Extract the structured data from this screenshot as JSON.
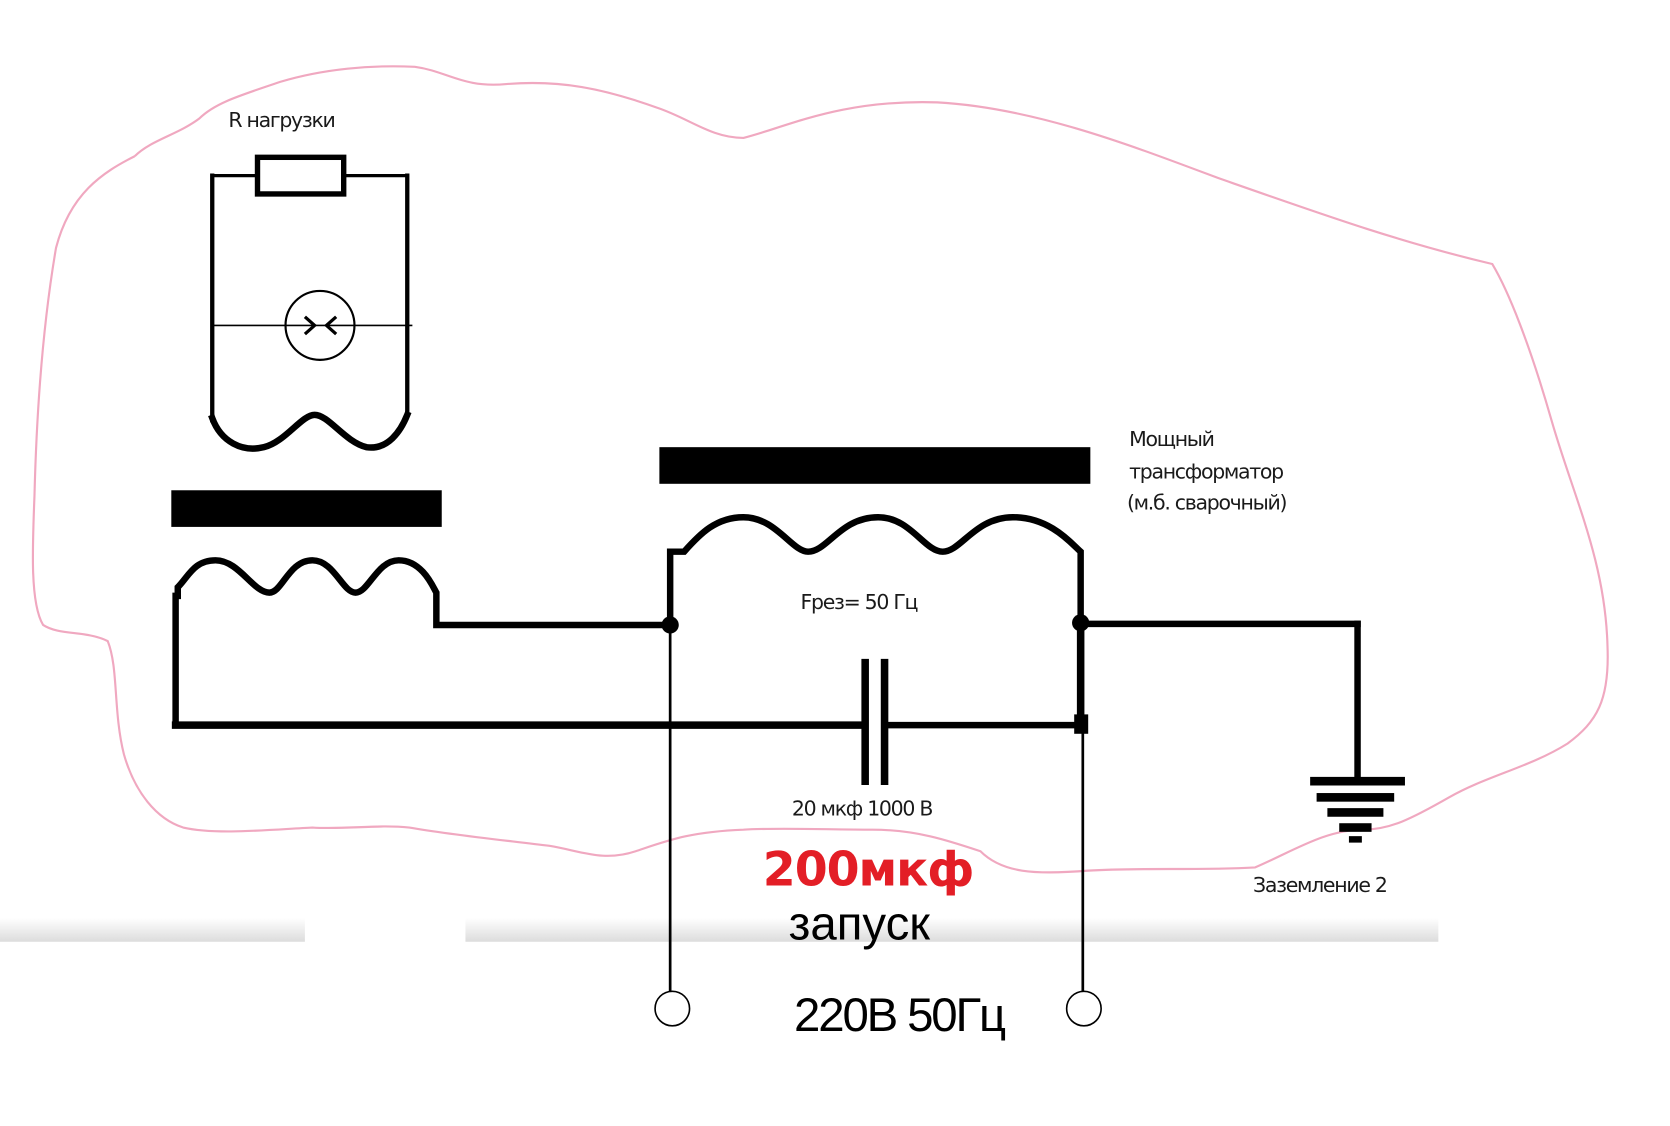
{
  "diagram": {
    "title": "Резонансная схема с мощным трансформатором",
    "labels": {
      "load_resistor": "R нагрузки",
      "power_transformer_line1": "Мощный",
      "power_transformer_line2": "трансформатор",
      "power_transformer_line3": "(м.б. сварочный)",
      "resonance_frequency": "Fрез= 50 Гц",
      "capacitor_rating": "20 мкф 1000 В",
      "start_capacitor": "200мкф",
      "start_label": "запуск",
      "supply": "220В 50Гц",
      "ground": "Заземление 2"
    },
    "components": [
      {
        "id": "R1",
        "type": "resistor",
        "label": "R нагрузки"
      },
      {
        "id": "L1",
        "type": "lamp",
        "label": "spark gap / lamp"
      },
      {
        "id": "T1",
        "type": "transformer",
        "label": "secondary transformer"
      },
      {
        "id": "T2",
        "type": "transformer",
        "label": "Мощный трансформатор (м.б. сварочный)"
      },
      {
        "id": "C1",
        "type": "capacitor",
        "label": "20 мкф 1000 В"
      },
      {
        "id": "GND",
        "type": "ground",
        "label": "Заземление 2"
      },
      {
        "id": "IN1",
        "type": "terminal",
        "label": "220В 50Гц"
      },
      {
        "id": "IN2",
        "type": "terminal",
        "label": "220В 50Гц"
      }
    ],
    "colors": {
      "wire": "#000000",
      "annotation_outline": "#f0a8c0",
      "highlight_text": "#e31e26",
      "band": "#e6e6e6"
    }
  }
}
